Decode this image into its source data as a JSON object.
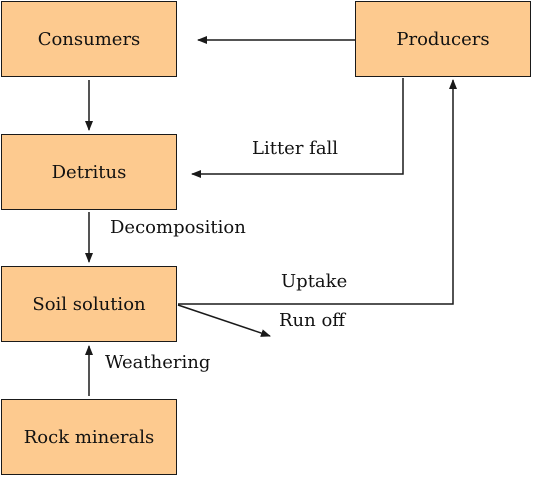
{
  "diagram": {
    "node_fill": "#fdca8f",
    "line_color": "#1a1a1a",
    "nodes": {
      "consumers": "Consumers",
      "producers": "Producers",
      "detritus": "Detritus",
      "soil_solution": "Soil solution",
      "rock_minerals": "Rock minerals"
    },
    "edge_labels": {
      "litter_fall": "Litter fall",
      "decomposition": "Decomposition",
      "uptake": "Uptake",
      "run_off": "Run off",
      "weathering": "Weathering"
    }
  }
}
